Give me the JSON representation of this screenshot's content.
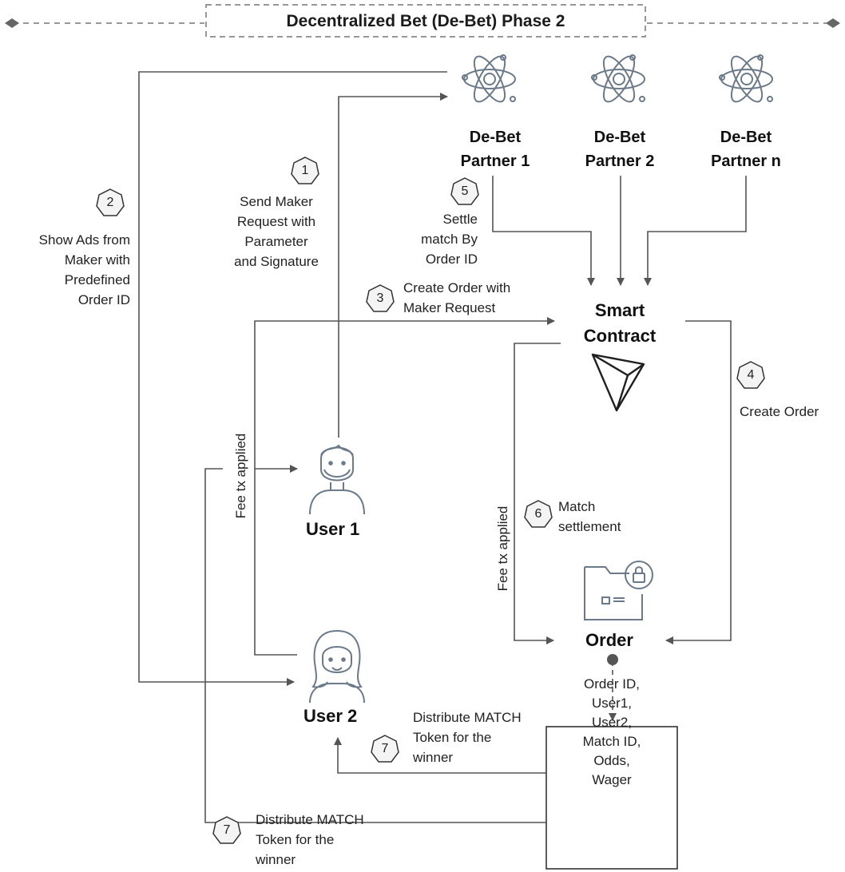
{
  "title": "Decentralized Bet (De-Bet) Phase 2",
  "partners": [
    {
      "label": "De-Bet\nPartner 1"
    },
    {
      "label": "De-Bet\nPartner 2"
    },
    {
      "label": "De-Bet\nPartner n"
    }
  ],
  "nodes": {
    "smart_contract": "Smart\nContract",
    "user1": "User 1",
    "user2": "User 2",
    "order": "Order",
    "order_details": "Order ID,\nUser1,\nUser2,\nMatch ID,\nOdds,\nWager"
  },
  "steps": [
    {
      "number": "1",
      "label": "Send Maker\nRequest with\nParameter\nand Signature"
    },
    {
      "number": "2",
      "label": "Show Ads from\nMaker with\nPredefined\nOrder ID"
    },
    {
      "number": "3",
      "label": "Create Order with\nMaker Request"
    },
    {
      "number": "4",
      "label": "Create Order"
    },
    {
      "number": "5",
      "label": "Settle\nmatch By\nOrder ID"
    },
    {
      "number": "6",
      "label": "Match\nsettlement"
    },
    {
      "number": "7",
      "label": "Distribute MATCH\nToken for the\nwinner"
    },
    {
      "number": "7",
      "label": "Distribute MATCH\nToken for the\nwinner"
    }
  ],
  "fee_labels": [
    "Fee tx applied",
    "Fee tx applied"
  ],
  "icons": {
    "partner": "atom-icon",
    "smart_contract": "tron-logo-icon",
    "user1": "male-user-icon",
    "user2": "female-user-icon",
    "order": "locked-folder-icon",
    "step_marker": "hexagon-icon"
  },
  "colors": {
    "line": "#555555",
    "icon_stroke": "#6b7a8a",
    "text": "#222222",
    "step_fill": "#f4f4f4"
  }
}
